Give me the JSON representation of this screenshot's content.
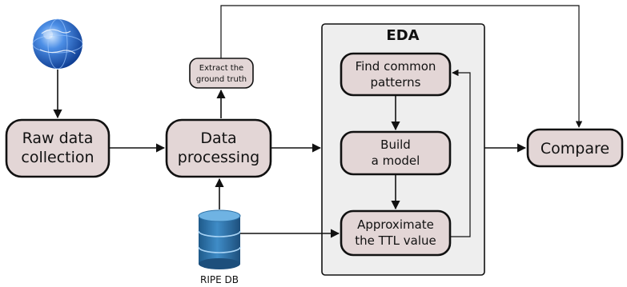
{
  "nodes": {
    "raw_data_collection": {
      "line1": "Raw data",
      "line2": "collection"
    },
    "data_processing": {
      "line1": "Data",
      "line2": "processing"
    },
    "extract_ground_truth": {
      "line1": "Extract the",
      "line2": "ground truth"
    },
    "ripe_db": {
      "label": "RIPE DB"
    },
    "eda": {
      "title": "EDA"
    },
    "find_common_patterns": {
      "line1": "Find common",
      "line2": "patterns"
    },
    "build_model": {
      "line1": "Build",
      "line2": "a model"
    },
    "approximate_ttl": {
      "line1": "Approximate",
      "line2": "the TTL value"
    },
    "compare": {
      "label": "Compare"
    }
  },
  "icons": {
    "globe": "globe-icon",
    "database": "database-icon"
  },
  "colors": {
    "box_fill": "#e3d6d6",
    "eda_fill": "#eeeeee",
    "stroke": "#111111",
    "db_blue": "#2f73a8",
    "globe_blue": "#2a63c6"
  }
}
